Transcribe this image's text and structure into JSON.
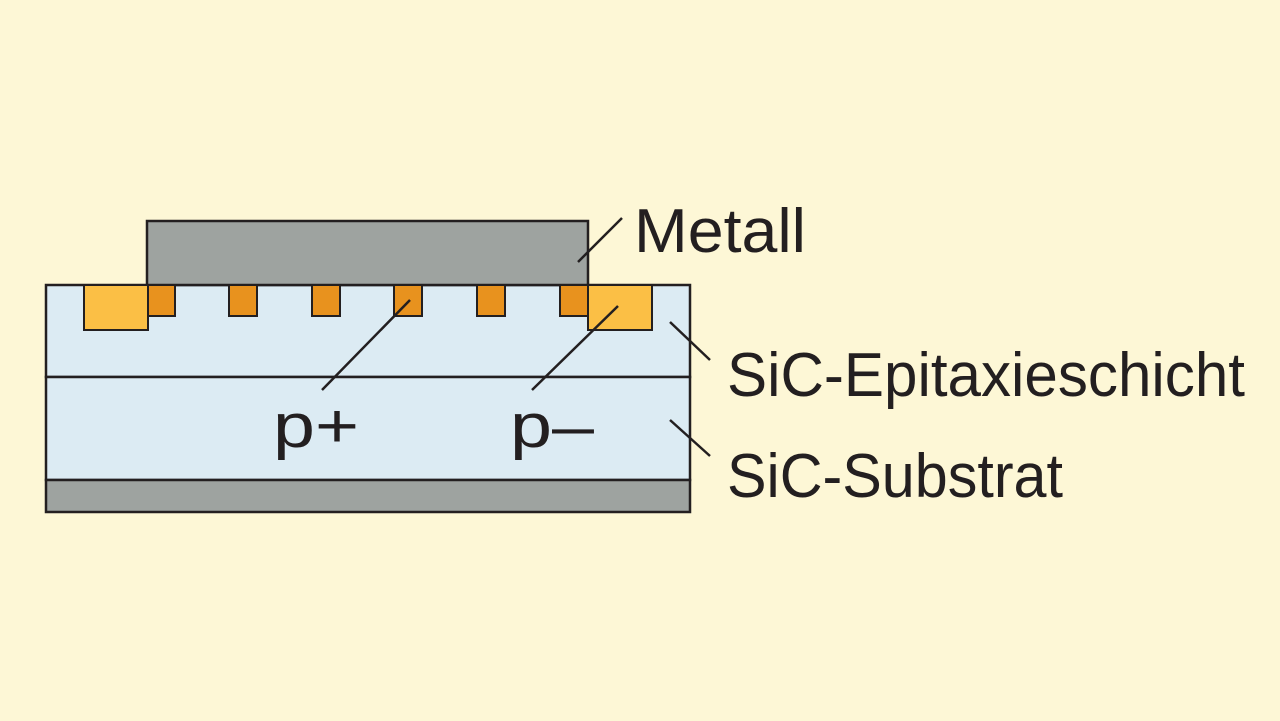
{
  "labels": {
    "metal": "Metall",
    "epi_layer": "SiC-Epitaxieschicht",
    "substrate": "SiC-Substrat",
    "p_plus": "p+",
    "p_minus": "p–"
  },
  "colors": {
    "background": "#fdf7d6",
    "epi_layer": "#dcebf3",
    "substrate": "#dcebf3",
    "metal": "#9ea3a0",
    "backside_contact": "#9ea3a0",
    "p_plus_region": "#e8921e",
    "p_minus_region": "#fbbf45",
    "outline": "#231f20"
  }
}
